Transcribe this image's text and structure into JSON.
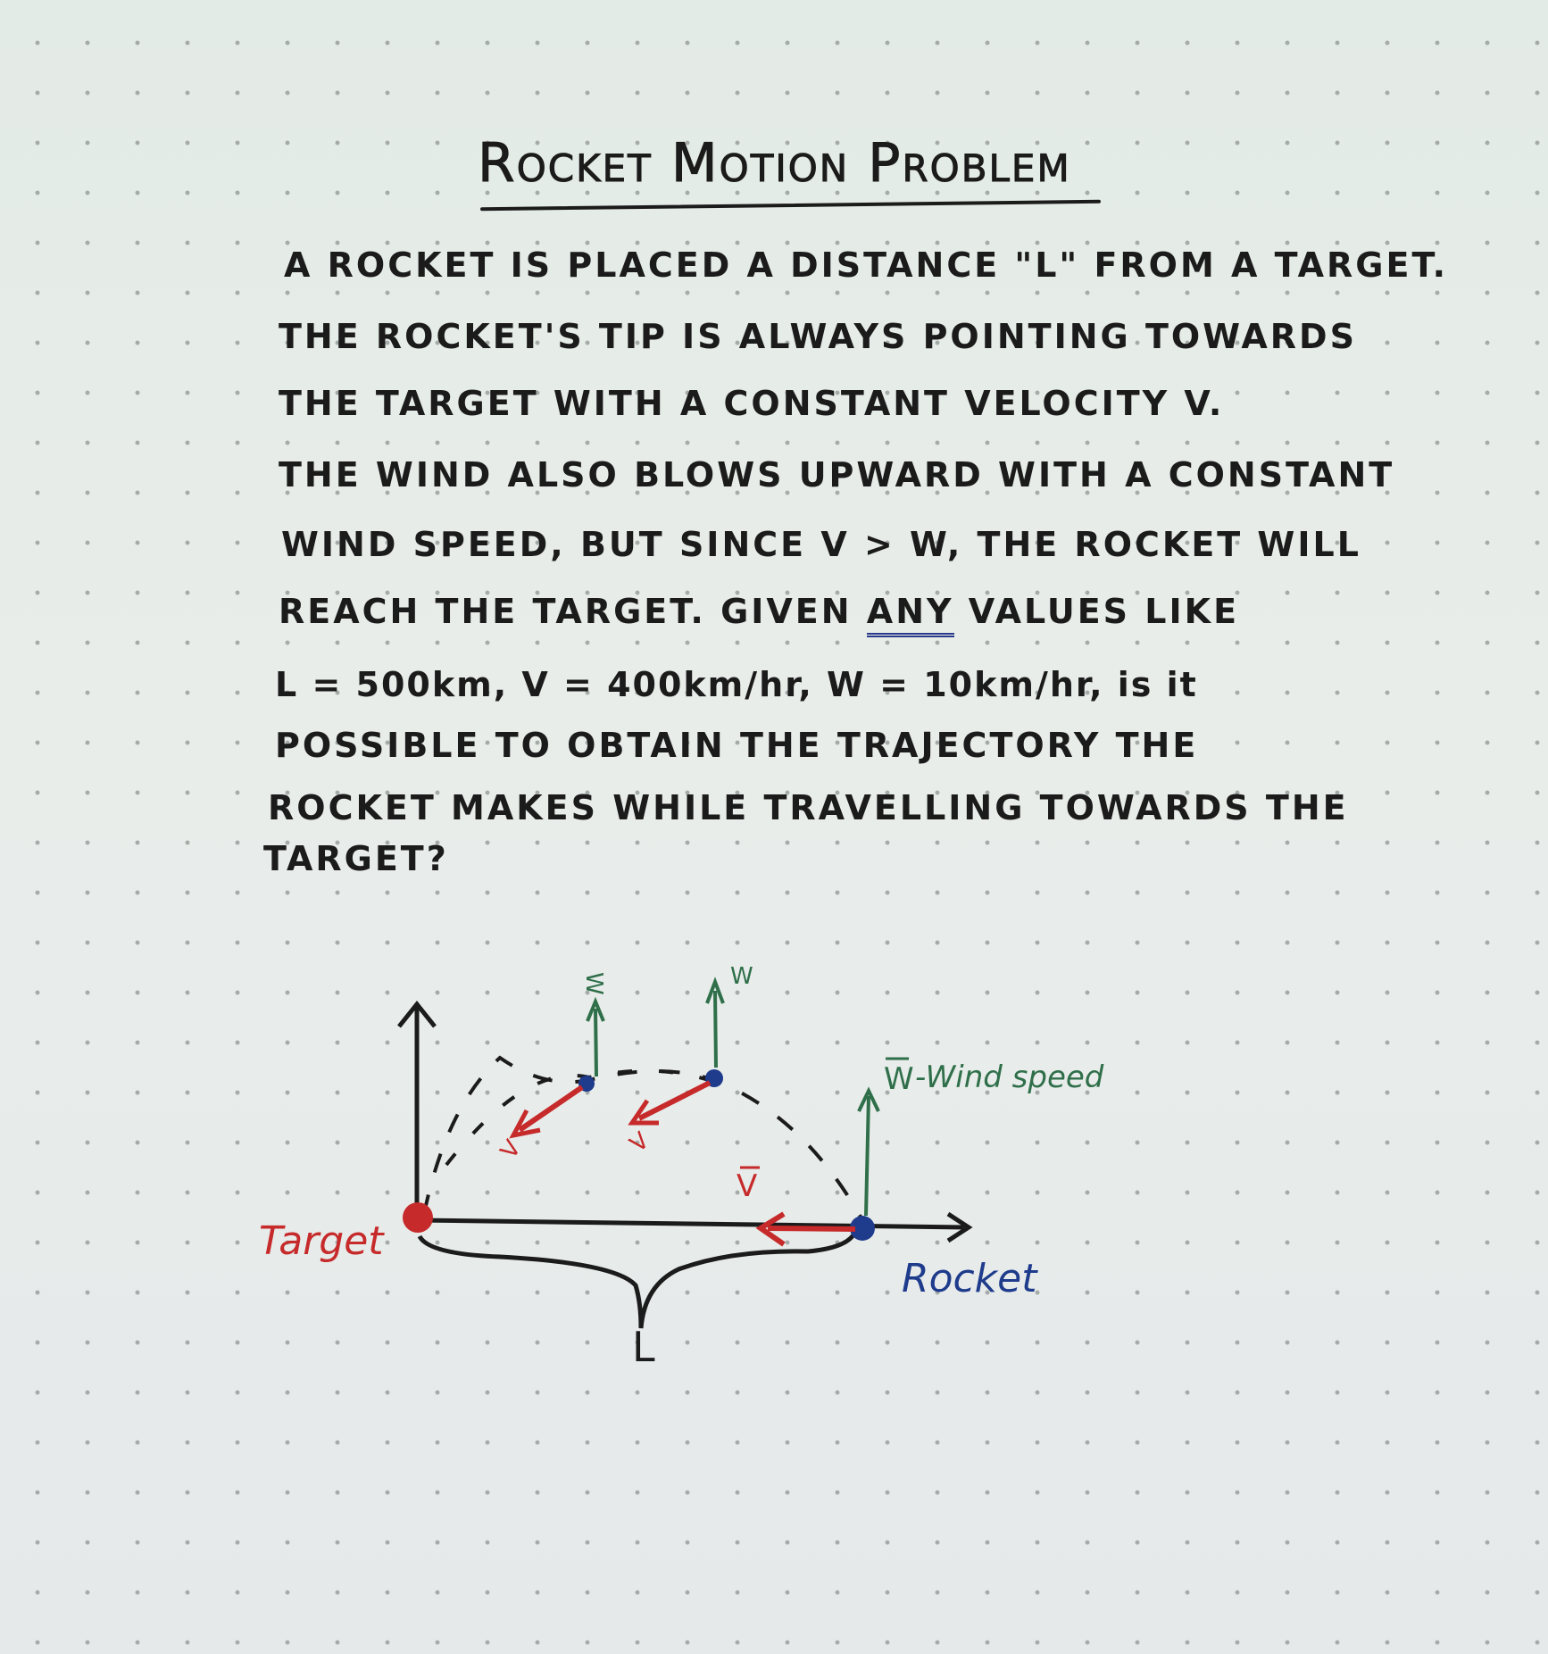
{
  "title": "Rocket Motion Problem",
  "text": {
    "line1": "A rocket is placed a distance \"L\" from a target.",
    "line2": "The rocket's tip is always pointing towards",
    "line3": "the target with a constant velocity V.",
    "line4": "The wind also blows upward with a constant",
    "line5": "wind speed, but since V > W, the rocket will",
    "line6_before": "reach the target. Given ",
    "line6_emph": "any",
    "line6_after": " values like",
    "line7": "L = 500km, V = 400km/hr, W = 10km/hr, is it",
    "line8": "possible to obtain the trajectory the",
    "line9": "rocket makes while travelling towards the",
    "line10": "target?"
  },
  "diagram": {
    "target_label": "Target",
    "rocket_label": "Rocket",
    "distance_label": "L",
    "wind_label": "W",
    "wind_legend_symbol": "W",
    "wind_legend_text": "-Wind speed",
    "velocity_label": "V",
    "colors": {
      "ink": "#1b1b1b",
      "target": "#c62a2a",
      "velocity": "#c62a2a",
      "rocket": "#1e3b8c",
      "wind": "#2f6f4a"
    }
  }
}
